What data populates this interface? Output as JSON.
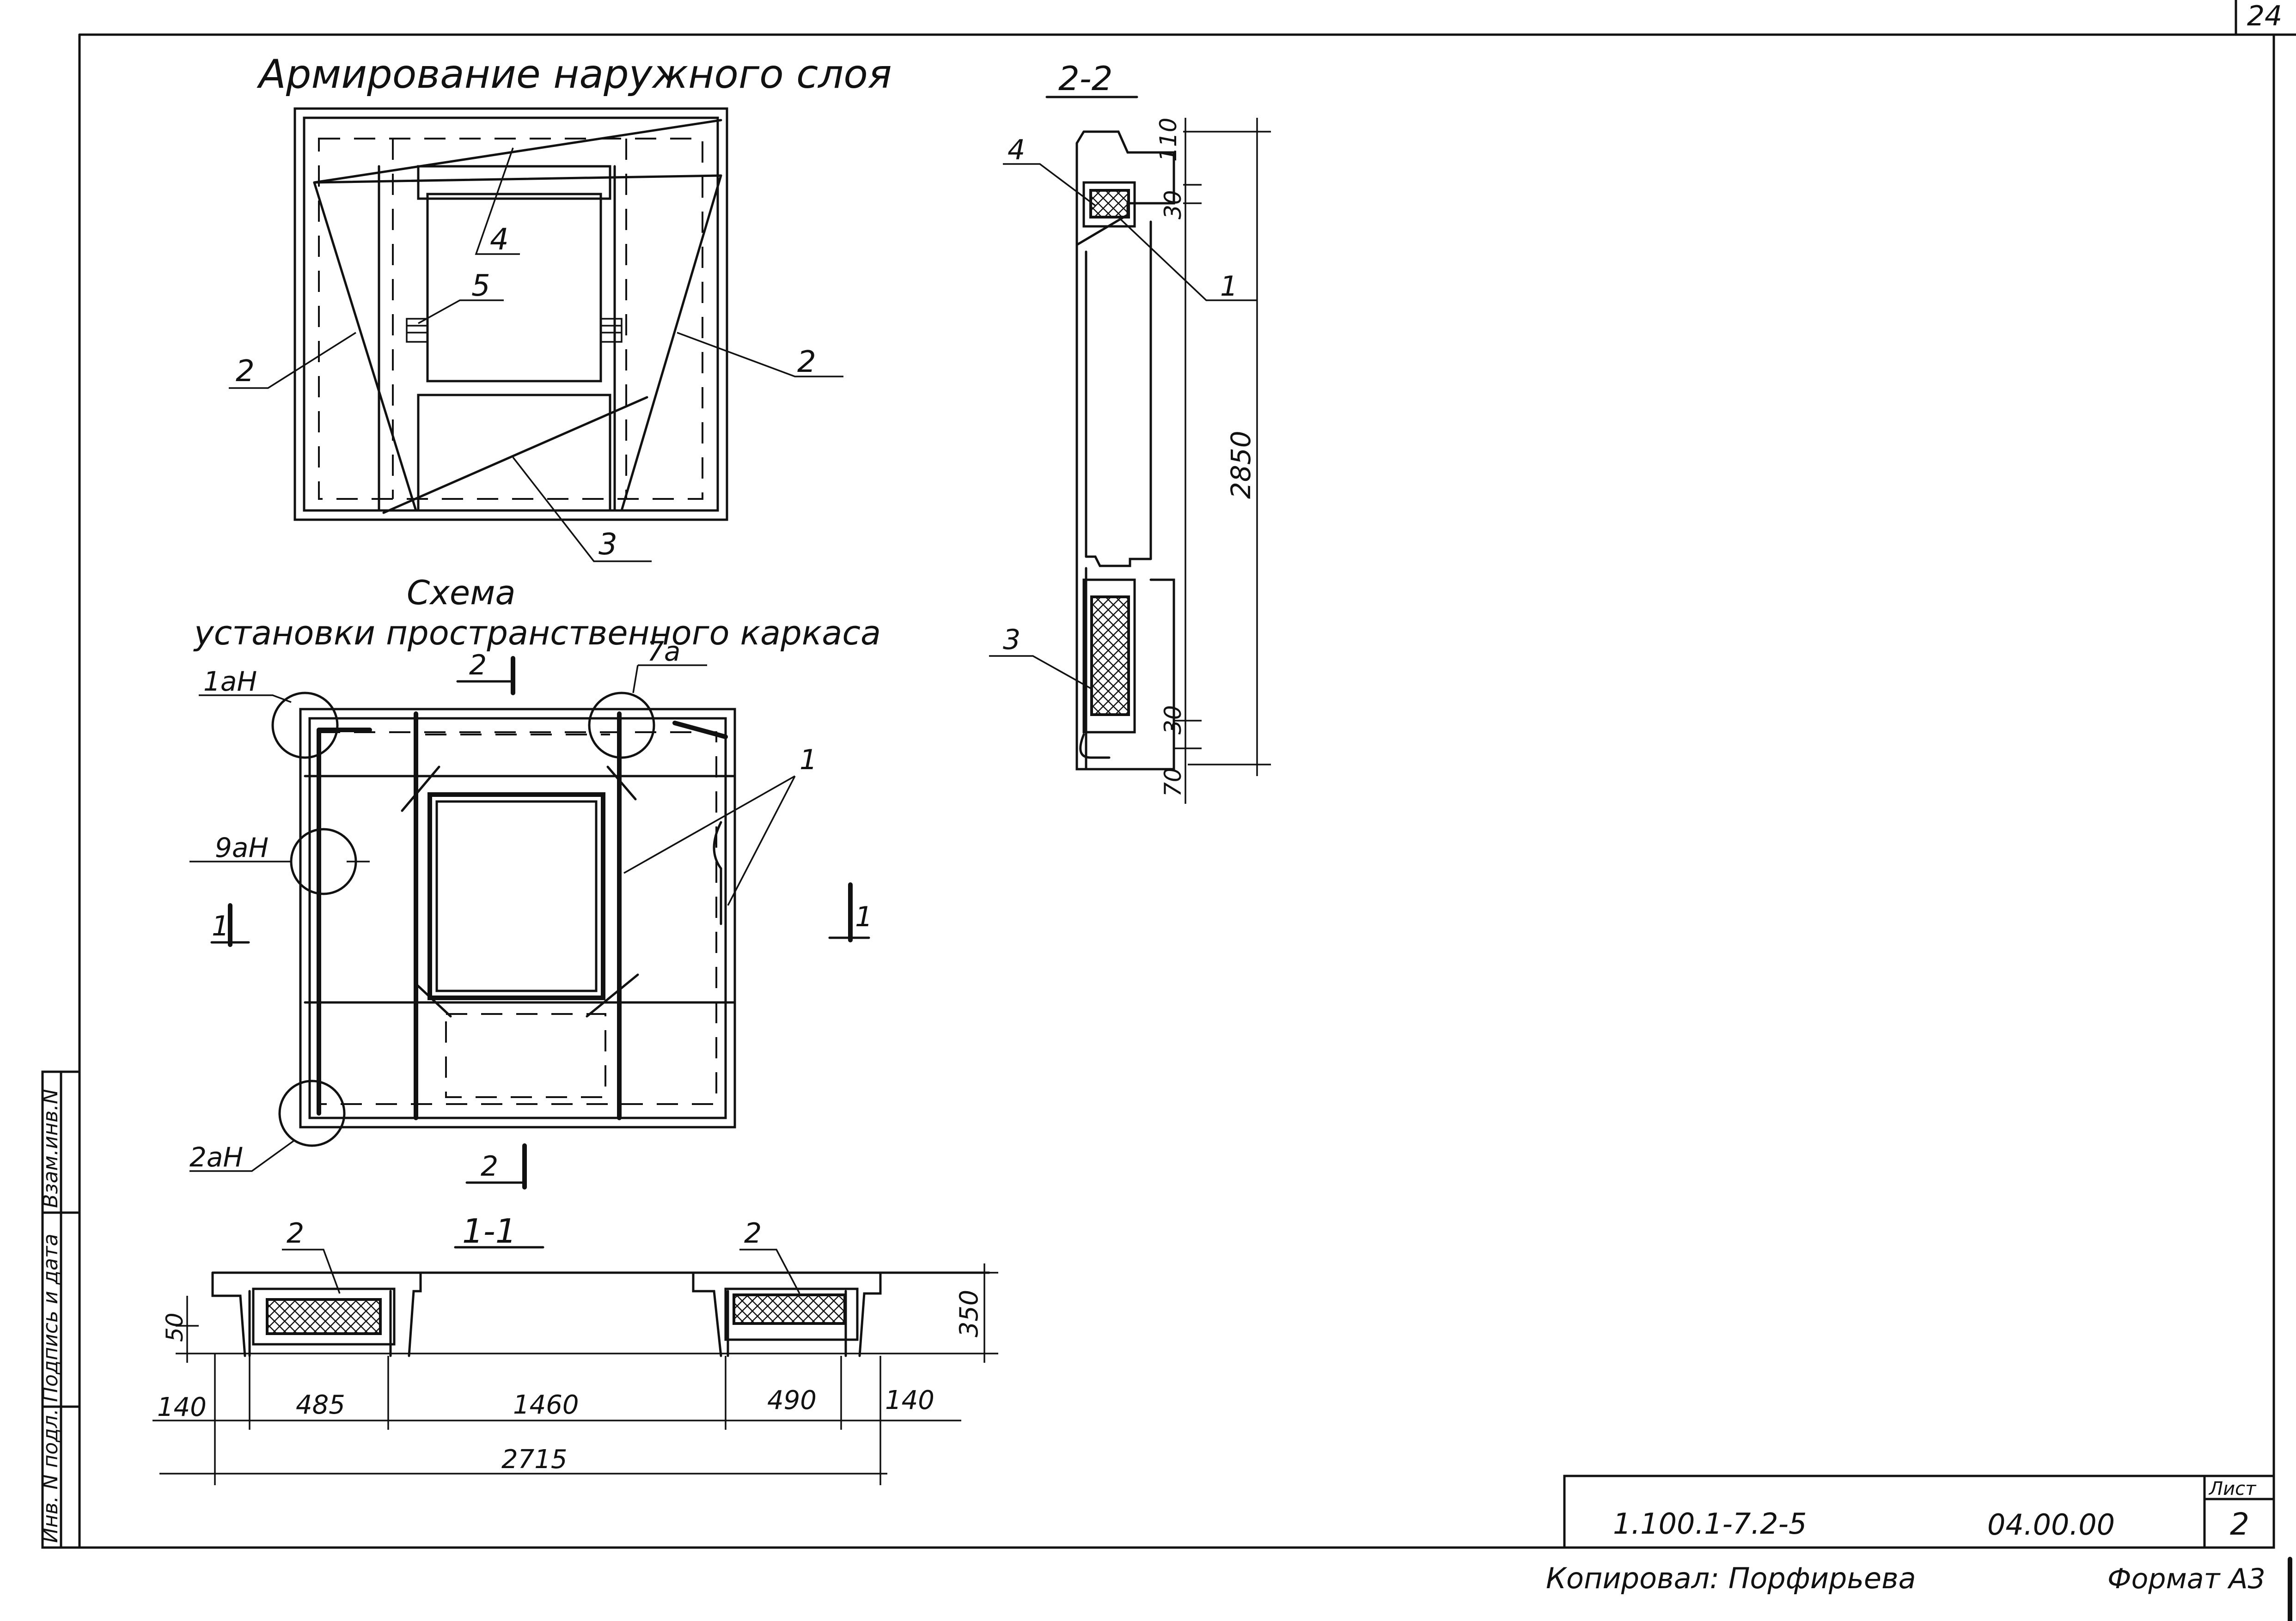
{
  "sheet_corner_number": "24",
  "titles": {
    "outer_layer": "Армирование наружного слоя",
    "scheme_line1": "Схема",
    "scheme_line2": "установки пространственного каркаса"
  },
  "outer_layer_view": {
    "callout_2_left": "2",
    "callout_2_right": "2",
    "callout_3": "3",
    "callout_4": "4",
    "callout_5": "5"
  },
  "section_2_2": {
    "title": "2-2",
    "callout_1": "1",
    "callout_3": "3",
    "callout_4": "4",
    "dim_top_110": "110",
    "dim_top_30": "30",
    "dim_height_2850": "2850",
    "dim_bottom_30": "30",
    "dim_bottom_70": "70"
  },
  "frame_scheme": {
    "node_1aH": "1аН",
    "node_7a": "7а",
    "node_9aH": "9аН",
    "node_2aH": "2аН",
    "callout_1": "1",
    "cut_2_top": "2",
    "cut_2_bottom": "2",
    "cut_1_left": "1",
    "cut_1_right": "1"
  },
  "section_1_1": {
    "title": "1-1",
    "callout_2_left": "2",
    "callout_2_right": "2",
    "dim_50": "50",
    "dim_350": "350",
    "dim_140_left": "140",
    "dim_485": "485",
    "dim_1460": "1460",
    "dim_490": "490",
    "dim_140_right": "140",
    "dim_total_2715": "2715"
  },
  "side_stamp": {
    "cell_1": "Инв. N подл.",
    "cell_2": "Подпись и дата",
    "cell_3": "Взам.инв.N"
  },
  "title_block": {
    "document_code": "1.100.1-7.2-5",
    "part_code": "04.00.00",
    "sheet_label": "Лист",
    "sheet_number": "2"
  },
  "footer": {
    "copied_by": "Копировал: Порфирьева",
    "format": "Формат А3"
  }
}
